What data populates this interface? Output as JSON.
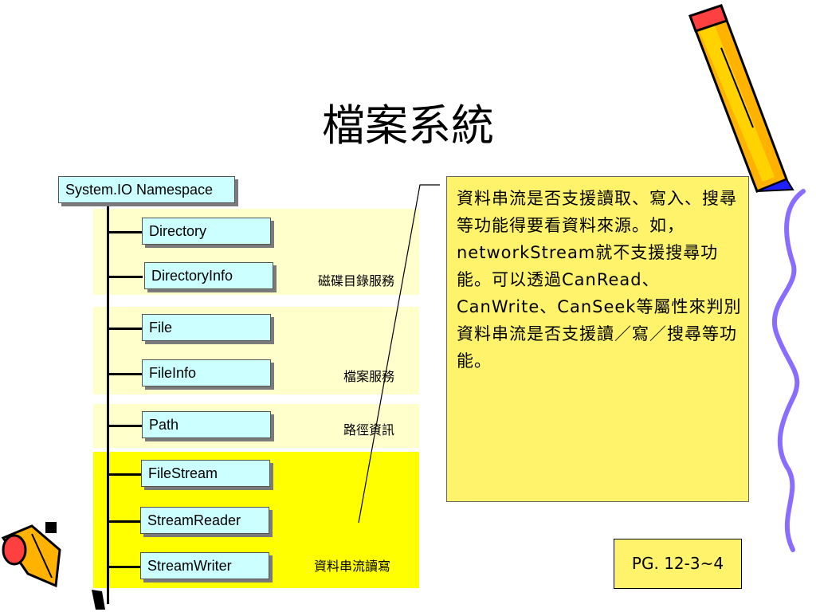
{
  "slide": {
    "title": "檔案系統"
  },
  "diagram": {
    "root": "System.IO Namespace",
    "groups": [
      {
        "label": "磁碟目錄服務",
        "nodes": [
          "Directory",
          "DirectoryInfo"
        ]
      },
      {
        "label": "檔案服務",
        "nodes": [
          "File",
          "FileInfo"
        ]
      },
      {
        "label": "路徑資訊",
        "nodes": [
          "Path"
        ]
      },
      {
        "label": "資料串流讀寫",
        "nodes": [
          "FileStream",
          "StreamReader",
          "StreamWriter"
        ]
      }
    ]
  },
  "note": {
    "text": "資料串流是否支援讀取、寫入、搜尋等功能得要看資料來源。如，networkStream就不支援搜尋功能。可以透過CanRead、CanWrite、CanSeek等屬性來判別資料串流是否支援讀／寫／搜尋等功能。"
  },
  "page_ref": "PG. 12-3~4",
  "colors": {
    "band_light": "#ffffcc",
    "band_bright": "#ffff00",
    "node_fill": "#ccffff",
    "note_fill": "#fff36b"
  }
}
